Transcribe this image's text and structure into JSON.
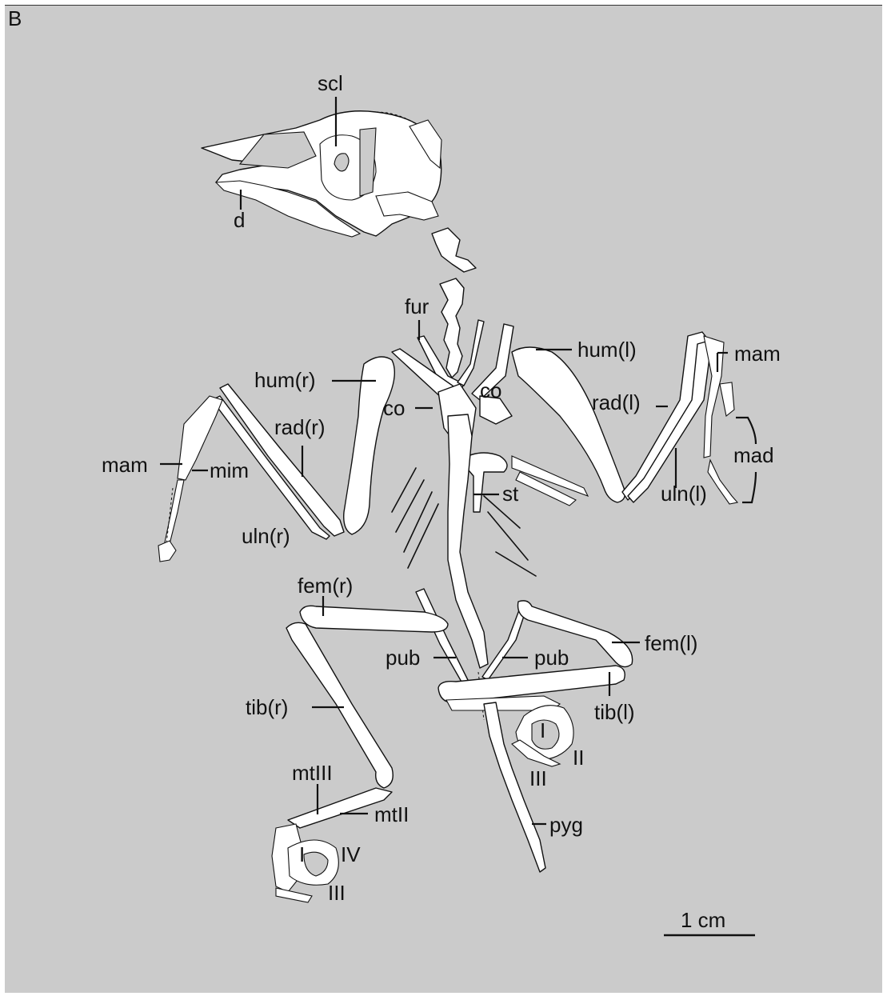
{
  "panel": "B",
  "scale_bar": "1 cm",
  "labels": {
    "scl": "scl",
    "d": "d",
    "fur": "fur",
    "hum_l": "hum(l)",
    "hum_r": "hum(r)",
    "mam_l": "mam",
    "mam_r": "mam",
    "co_right": "co",
    "co_left": "co",
    "rad_l": "rad(l)",
    "rad_r": "rad(r)",
    "mad": "mad",
    "mim": "mim",
    "st": "st",
    "uln_l": "uln(l)",
    "uln_r": "uln(r)",
    "fem_r": "fem(r)",
    "fem_l": "fem(l)",
    "pub_r": "pub",
    "pub_l": "pub",
    "tib_r": "tib(r)",
    "tib_l": "tib(l)",
    "digit_I_l": "I",
    "digit_II_l": "II",
    "digit_III_l": "III",
    "mtIII": "mtIII",
    "mtII": "mtII",
    "pyg": "pyg",
    "digit_I_r": "I",
    "digit_IV_r": "IV",
    "digit_III_r": "III"
  }
}
